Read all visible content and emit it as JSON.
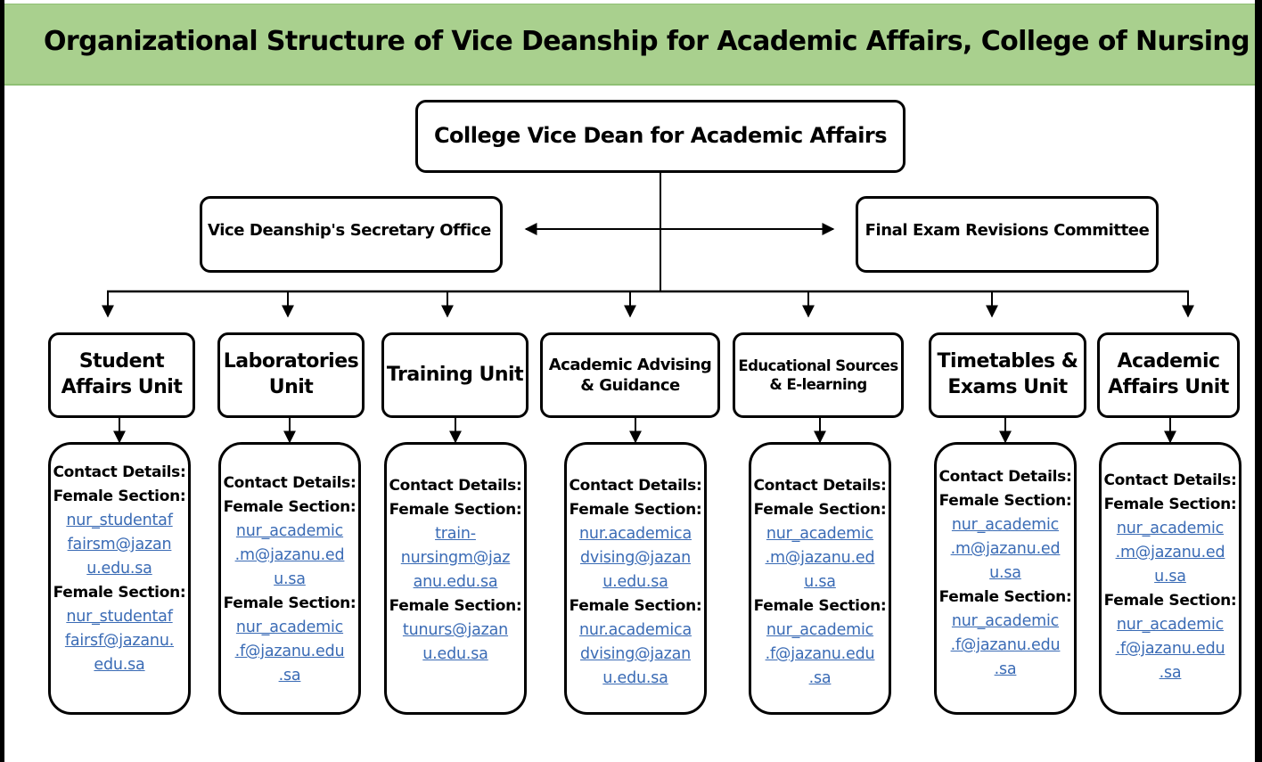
{
  "title": "Organizational Structure of Vice Deanship for Academic Affairs, College of Nursing",
  "colors": {
    "title_bar": "#a9d08e",
    "email_link": "#3a6bb5",
    "border": "#000000"
  },
  "root": {
    "label": "College Vice Dean for Academic Affairs"
  },
  "side_nodes": {
    "left": {
      "label": "Vice Deanship's Secretary Office"
    },
    "right": {
      "label": "Final Exam Revisions Committee"
    }
  },
  "units": [
    {
      "name_lines": [
        "Student",
        "Affairs Unit"
      ],
      "contact": {
        "heading": "Contact Details:",
        "section1_label": "Female Section:",
        "section1_email_lines": [
          "nur_studentaf",
          "fairsm@jazan",
          "u.edu.sa"
        ],
        "section2_label": "Female Section:",
        "section2_email_lines": [
          "nur_studentaf",
          "fairsf@jazanu.",
          "edu.sa"
        ]
      }
    },
    {
      "name_lines": [
        "Laboratories",
        "Unit"
      ],
      "contact": {
        "heading": "Contact Details:",
        "section1_label": "Female Section:",
        "section1_email_lines": [
          "nur_academic",
          ".m@jazanu.ed",
          "u.sa"
        ],
        "section2_label": "Female Section:",
        "section2_email_lines": [
          "nur_academic",
          ".f@jazanu.edu",
          ".sa"
        ]
      }
    },
    {
      "name_lines": [
        "Training Unit"
      ],
      "contact": {
        "heading": "Contact Details:",
        "section1_label": "Female Section:",
        "section1_email_lines": [
          "train-",
          "nursingm@jaz",
          "anu.edu.sa"
        ],
        "section2_label": "Female Section:",
        "section2_email_lines": [
          "tunurs@jazan",
          "u.edu.sa"
        ]
      }
    },
    {
      "name_lines": [
        "Academic Advising",
        "& Guidance"
      ],
      "contact": {
        "heading": "Contact Details:",
        "section1_label": "Female Section:",
        "section1_email_lines": [
          "nur.academica",
          "dvising@jazan",
          "u.edu.sa"
        ],
        "section2_label": "Female Section:",
        "section2_email_lines": [
          "nur.academica",
          "dvising@jazan",
          "u.edu.sa"
        ]
      }
    },
    {
      "name_lines": [
        "Educational Sources",
        "& E-learning"
      ],
      "contact": {
        "heading": "Contact Details:",
        "section1_label": "Female Section:",
        "section1_email_lines": [
          "nur_academic",
          ".m@jazanu.ed",
          "u.sa"
        ],
        "section2_label": "Female Section:",
        "section2_email_lines": [
          "nur_academic",
          ".f@jazanu.edu",
          ".sa"
        ]
      }
    },
    {
      "name_lines": [
        "Timetables &",
        "Exams Unit"
      ],
      "contact": {
        "heading": "Contact Details:",
        "section1_label": "Female Section:",
        "section1_email_lines": [
          "nur_academic",
          ".m@jazanu.ed",
          "u.sa"
        ],
        "section2_label": "Female Section:",
        "section2_email_lines": [
          "nur_academic",
          ".f@jazanu.edu",
          ".sa"
        ]
      }
    },
    {
      "name_lines": [
        "Academic",
        "Affairs Unit"
      ],
      "contact": {
        "heading": "Contact Details:",
        "section1_label": "Female Section:",
        "section1_email_lines": [
          "nur_academic",
          ".m@jazanu.ed",
          "u.sa"
        ],
        "section2_label": "Female Section:",
        "section2_email_lines": [
          "nur_academic",
          ".f@jazanu.edu",
          ".sa"
        ]
      }
    }
  ]
}
